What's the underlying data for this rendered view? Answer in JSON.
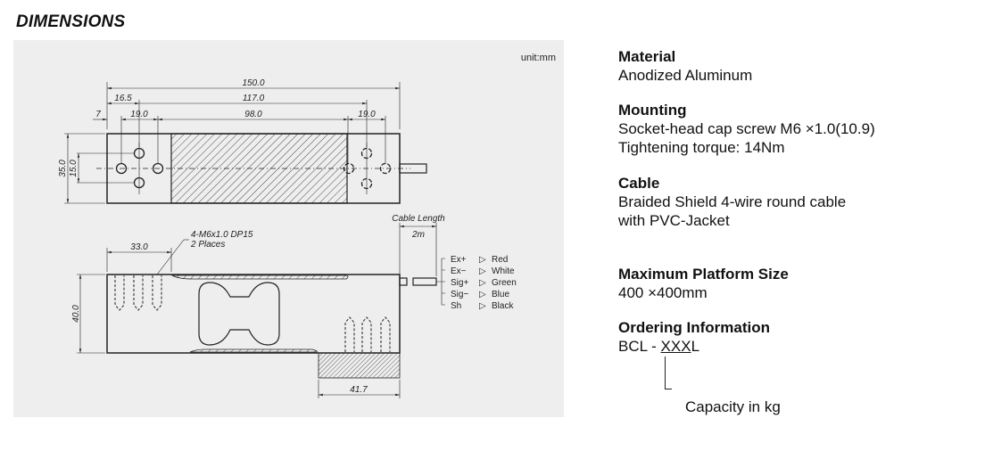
{
  "title": "DIMENSIONS",
  "drawing": {
    "unit": "unit:mm",
    "top_view": {
      "overall": "150.0",
      "hole_span": "117.0",
      "edge_to_hole": "16.5",
      "edge_offset": "7",
      "left_pitch": "19.0",
      "middle": "98.0",
      "right_pitch": "19.0",
      "width": "35.0",
      "hole_spacing": "15.0"
    },
    "side_view": {
      "height": "40.0",
      "thread_span": "33.0",
      "thread_note_1": "4-M6x1.0 DP15",
      "thread_note_2": "2 Places",
      "foot": "41.7",
      "cable_length_label": "Cable Length",
      "cable_length": "2m",
      "wires": [
        {
          "signal": "Ex+",
          "color": "Red"
        },
        {
          "signal": "Ex−",
          "color": "White"
        },
        {
          "signal": "Sig+",
          "color": "Green"
        },
        {
          "signal": "Sig−",
          "color": "Blue"
        },
        {
          "signal": "Sh",
          "color": "Black"
        }
      ]
    }
  },
  "specs": [
    {
      "heading": "Material",
      "lines": [
        "Anodized Aluminum"
      ]
    },
    {
      "heading": "Mounting",
      "lines": [
        "Socket-head cap screw M6 ×1.0(10.9)",
        "Tightening torque: 14Nm"
      ]
    },
    {
      "heading": "Cable",
      "lines": [
        "Braided Shield 4-wire round cable",
        "with PVC-Jacket"
      ]
    },
    {
      "heading": "Maximum Platform Size",
      "lines": [
        "400 ×400mm"
      ]
    },
    {
      "heading": "Ordering Information",
      "lines": [
        "BCL - "
      ]
    }
  ],
  "ordering": {
    "prefix": "BCL - ",
    "code": "XXX",
    "suffix": "L",
    "callout": "Capacity in kg"
  }
}
